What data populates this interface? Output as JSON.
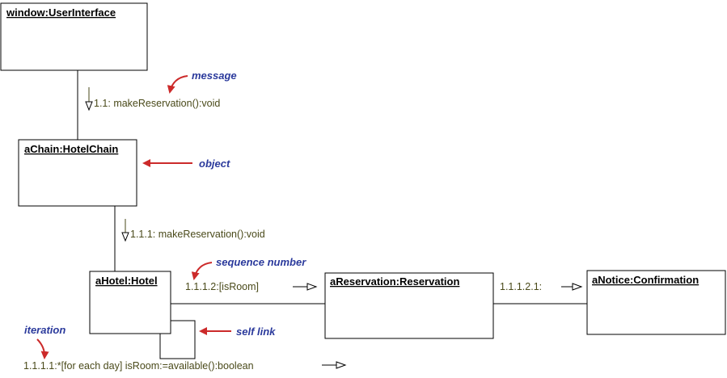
{
  "objects": {
    "window": "window:UserInterface",
    "chain": "aChain:HotelChain",
    "hotel": "aHotel:Hotel",
    "reservation": "aReservation:Reservation",
    "notice": "aNotice:Confirmation"
  },
  "messages": {
    "m1": "1.1: makeReservation():void",
    "m2": "1.1.1: makeReservation():void",
    "m3": "1.1.1.2:[isRoom]",
    "m4": "1.1.1.2.1:",
    "m5": "1.1.1.1:*[for each day] isRoom:=available():boolean"
  },
  "annotations": {
    "message": "message",
    "object": "object",
    "sequence": "sequence number",
    "self_link": "self link",
    "iteration": "iteration"
  },
  "colors": {
    "annotation_text": "#2b3a9c",
    "annotation_arrow": "#cc2a2a",
    "message_text": "#4a4a1a",
    "line": "#000000"
  }
}
